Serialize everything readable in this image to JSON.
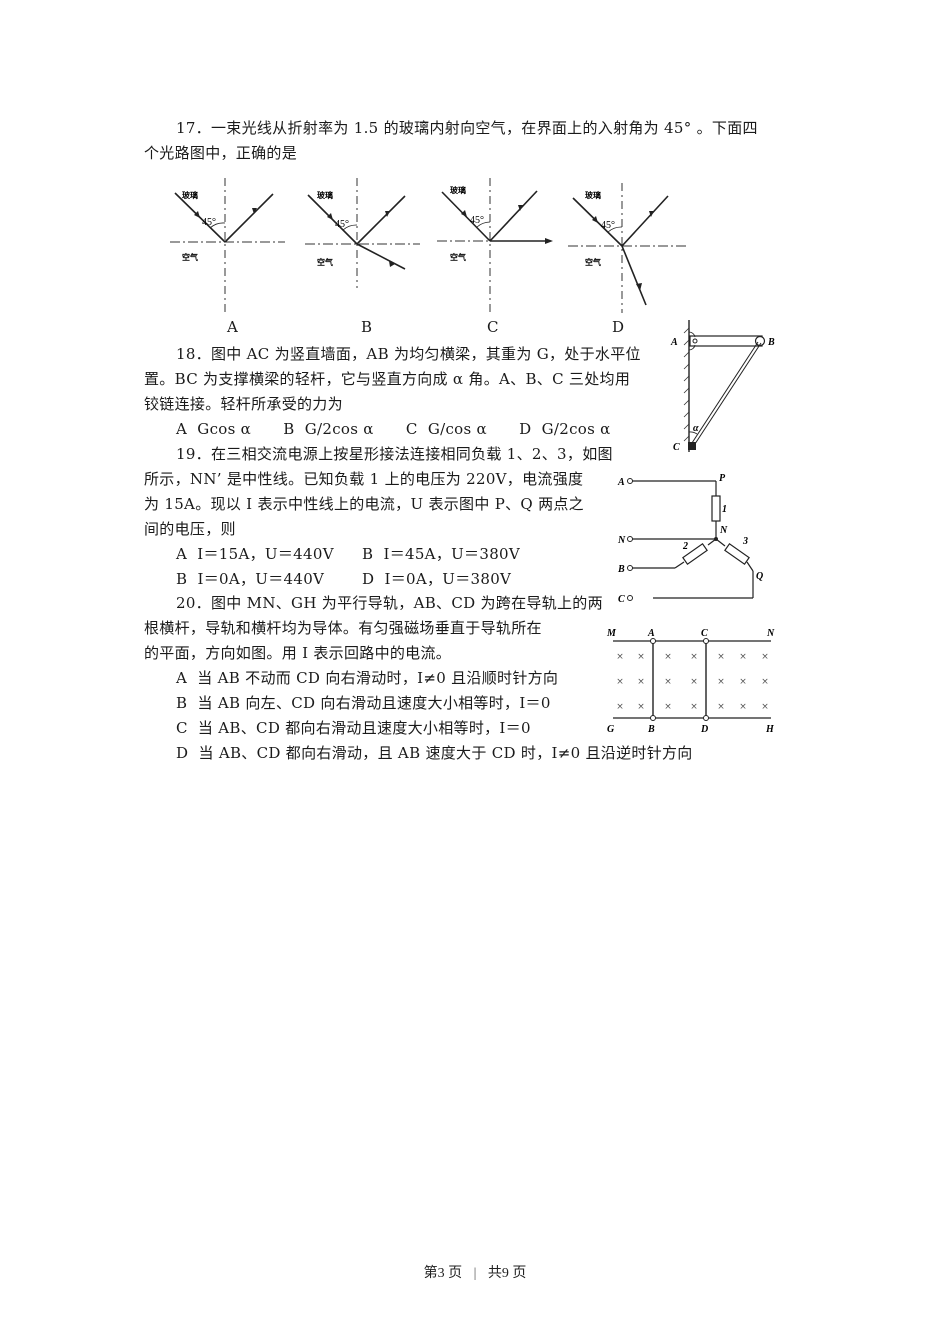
{
  "q17": {
    "stem_line1": "17．一束光线从折射率为 1.5 的玻璃内射向空气，在界面上的入射角为 45°  。下面四",
    "stem_line2": "个光路图中，正确的是",
    "figures": [
      {
        "letter": "A",
        "top_label": "玻璃",
        "bottom_label": "空气",
        "angle": "45°"
      },
      {
        "letter": "B",
        "top_label": "玻璃",
        "bottom_label": "空气",
        "angle": "45°"
      },
      {
        "letter": "C",
        "top_label": "玻璃",
        "bottom_label": "空气",
        "angle": "45°"
      },
      {
        "letter": "D",
        "top_label": "玻璃",
        "bottom_label": "空气",
        "angle": "45°"
      }
    ]
  },
  "q18": {
    "stem_line1": "18．图中 AC 为竖直墙面，AB 为均匀横梁，其重为 G，处于水平位",
    "stem_line2": "置。BC 为支撑横梁的轻杆，它与竖直方向成 α 角。A、B、C 三处均用",
    "stem_line3": "铰链连接。轻杆所承受的力为",
    "options": [
      {
        "letter": "A",
        "text": "Gcos α"
      },
      {
        "letter": "B",
        "text": "G/2cos α"
      },
      {
        "letter": "C",
        "text": "G/cos α"
      },
      {
        "letter": "D",
        "text": "G/2cos α"
      }
    ],
    "figure": {
      "labels": {
        "A": "A",
        "B": "B",
        "C": "C",
        "alpha": "α"
      }
    }
  },
  "q19": {
    "stem_line1": "19．在三相交流电源上按星形接法连接相同负载 1、2、3，如图",
    "stem_line2": "所示，NN’ 是中性线。已知负载 1 上的电压为 220V，电流强度",
    "stem_line3": "为 15A。现以 I 表示中性线上的电流，U 表示图中 P、Q 两点之",
    "stem_line4": "间的电压，则",
    "options_row1": [
      {
        "letter": "A",
        "text": "I＝15A，U＝440V"
      },
      {
        "letter": "B",
        "text": "I＝45A，U＝380V"
      }
    ],
    "options_row2": [
      {
        "letter": "B",
        "text": "I＝0A，U＝440V"
      },
      {
        "letter": "D",
        "text": "I＝0A，U＝380V"
      }
    ],
    "figure": {
      "labels": {
        "A": "A",
        "N": "N",
        "B": "B",
        "C": "C",
        "P": "P",
        "Q": "Q",
        "Nprime": "N",
        "load1": "1",
        "load2": "2",
        "load3": "3"
      }
    }
  },
  "q20": {
    "stem_line1": "20．图中 MN、GH 为平行导轨，AB、CD 为跨在导轨上的两",
    "stem_line2": "根横杆，导轨和横杆均为导体。有匀强磁场垂直于导轨所在",
    "stem_line3": "的平面，方向如图。用 I 表示回路中的电流。",
    "options": [
      {
        "letter": "A",
        "text": "当 AB 不动而 CD 向右滑动时，I≠0 且沿顺时针方向"
      },
      {
        "letter": "B",
        "text": "当 AB 向左、CD 向右滑动且速度大小相等时，I＝0"
      },
      {
        "letter": "C",
        "text": "当 AB、CD 都向右滑动且速度大小相等时，I＝0"
      },
      {
        "letter": "D",
        "text": "当 AB、CD 都向右滑动，且 AB 速度大于 CD 时，I≠0 且沿逆时针方向"
      }
    ],
    "figure": {
      "labels": {
        "M": "M",
        "N": "N",
        "G": "G",
        "H": "H",
        "A": "A",
        "B": "B",
        "C": "C",
        "D": "D"
      },
      "field_symbol": "×"
    }
  },
  "footer": {
    "page": "第3 页",
    "separator": "|",
    "total": "共9 页"
  }
}
